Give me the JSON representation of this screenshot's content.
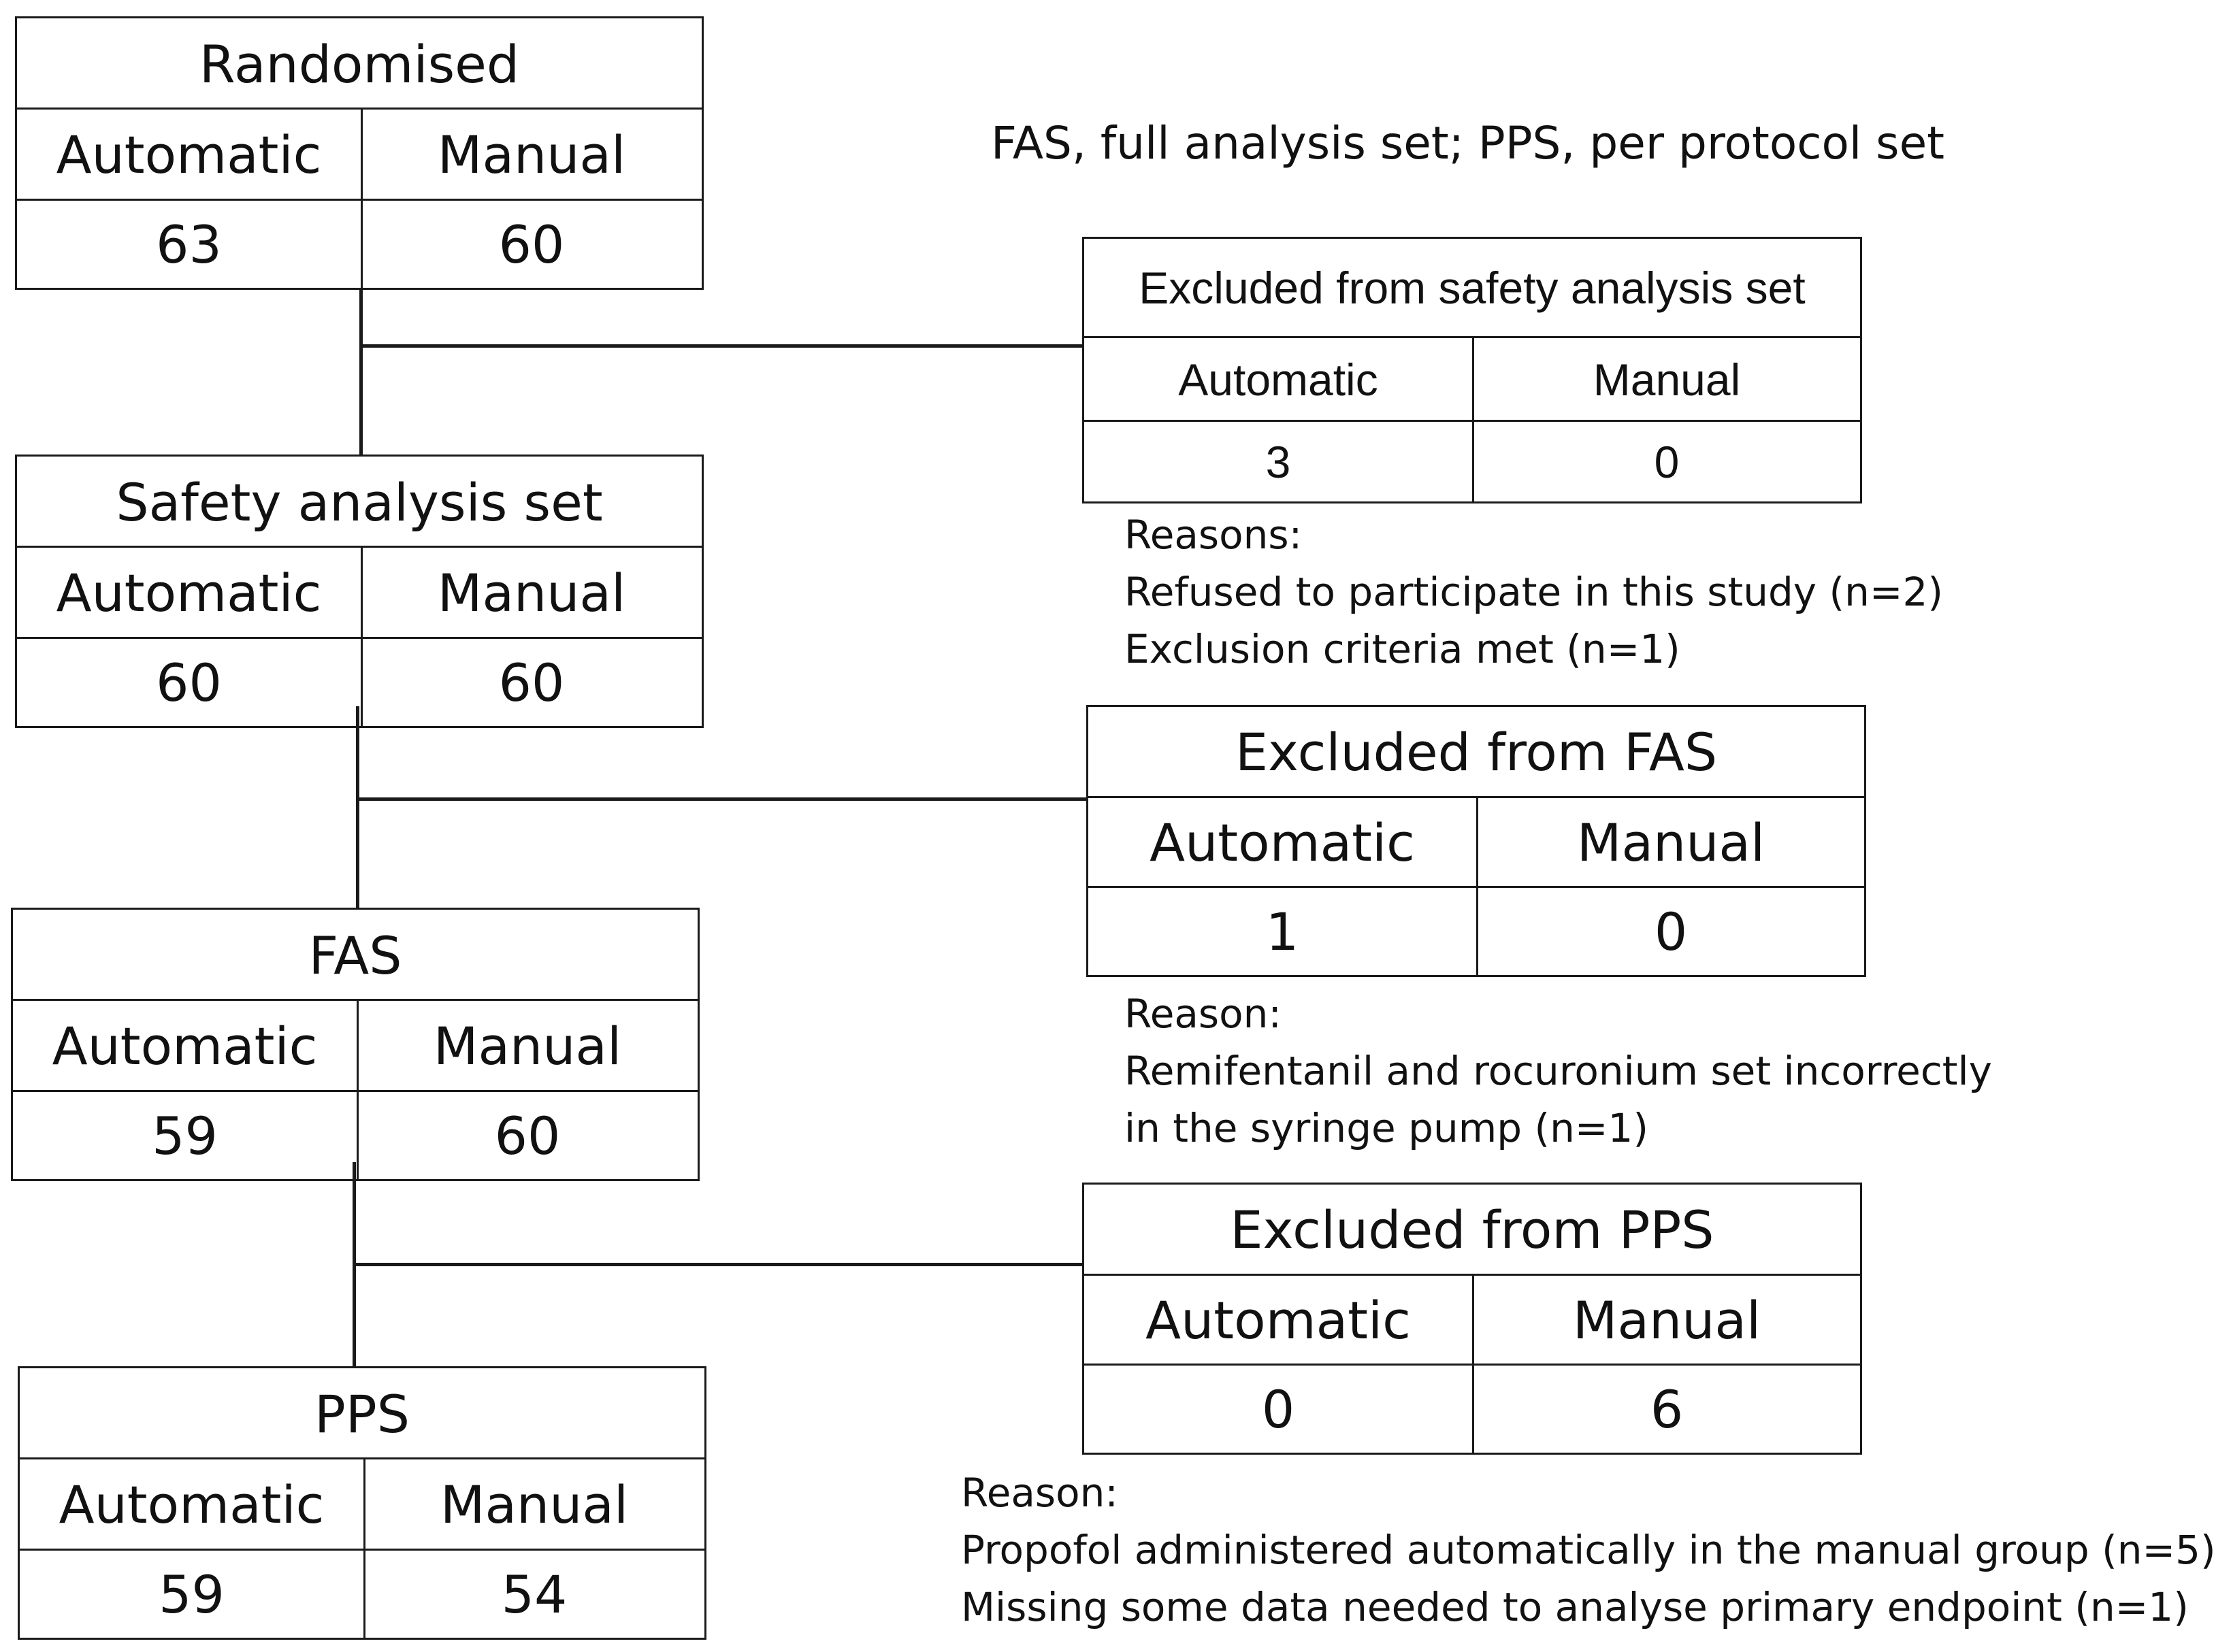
{
  "legend": "FAS, full analysis set; PPS, per protocol set",
  "main_boxes": [
    {
      "title": "Randomised",
      "col1": "Automatic",
      "col2": "Manual",
      "val1": "63",
      "val2": "60"
    },
    {
      "title": "Safety analysis set",
      "col1": "Automatic",
      "col2": "Manual",
      "val1": "60",
      "val2": "60"
    },
    {
      "title": "FAS",
      "col1": "Automatic",
      "col2": "Manual",
      "val1": "59",
      "val2": "60"
    },
    {
      "title": "PPS",
      "col1": "Automatic",
      "col2": "Manual",
      "val1": "59",
      "val2": "54"
    }
  ],
  "exclusion_boxes": [
    {
      "title": "Excluded from safety analysis set",
      "col1": "Automatic",
      "col2": "Manual",
      "val1": "3",
      "val2": "0",
      "reasons": [
        "Reasons:",
        "Refused to participate in this study (n=2)",
        "Exclusion criteria met (n=1)"
      ]
    },
    {
      "title": "Excluded from FAS",
      "col1": "Automatic",
      "col2": "Manual",
      "val1": "1",
      "val2": "0",
      "reasons": [
        "Reason:",
        "Remifentanil and rocuronium set incorrectly",
        "in the syringe pump (n=1)"
      ]
    },
    {
      "title": "Excluded from PPS",
      "col1": "Automatic",
      "col2": "Manual",
      "val1": "0",
      "val2": "6",
      "reasons": [
        "Reason:",
        "Propofol administered automatically in the manual group (n=5)",
        "Missing some data needed to analyse primary endpoint (n=1)"
      ]
    }
  ]
}
